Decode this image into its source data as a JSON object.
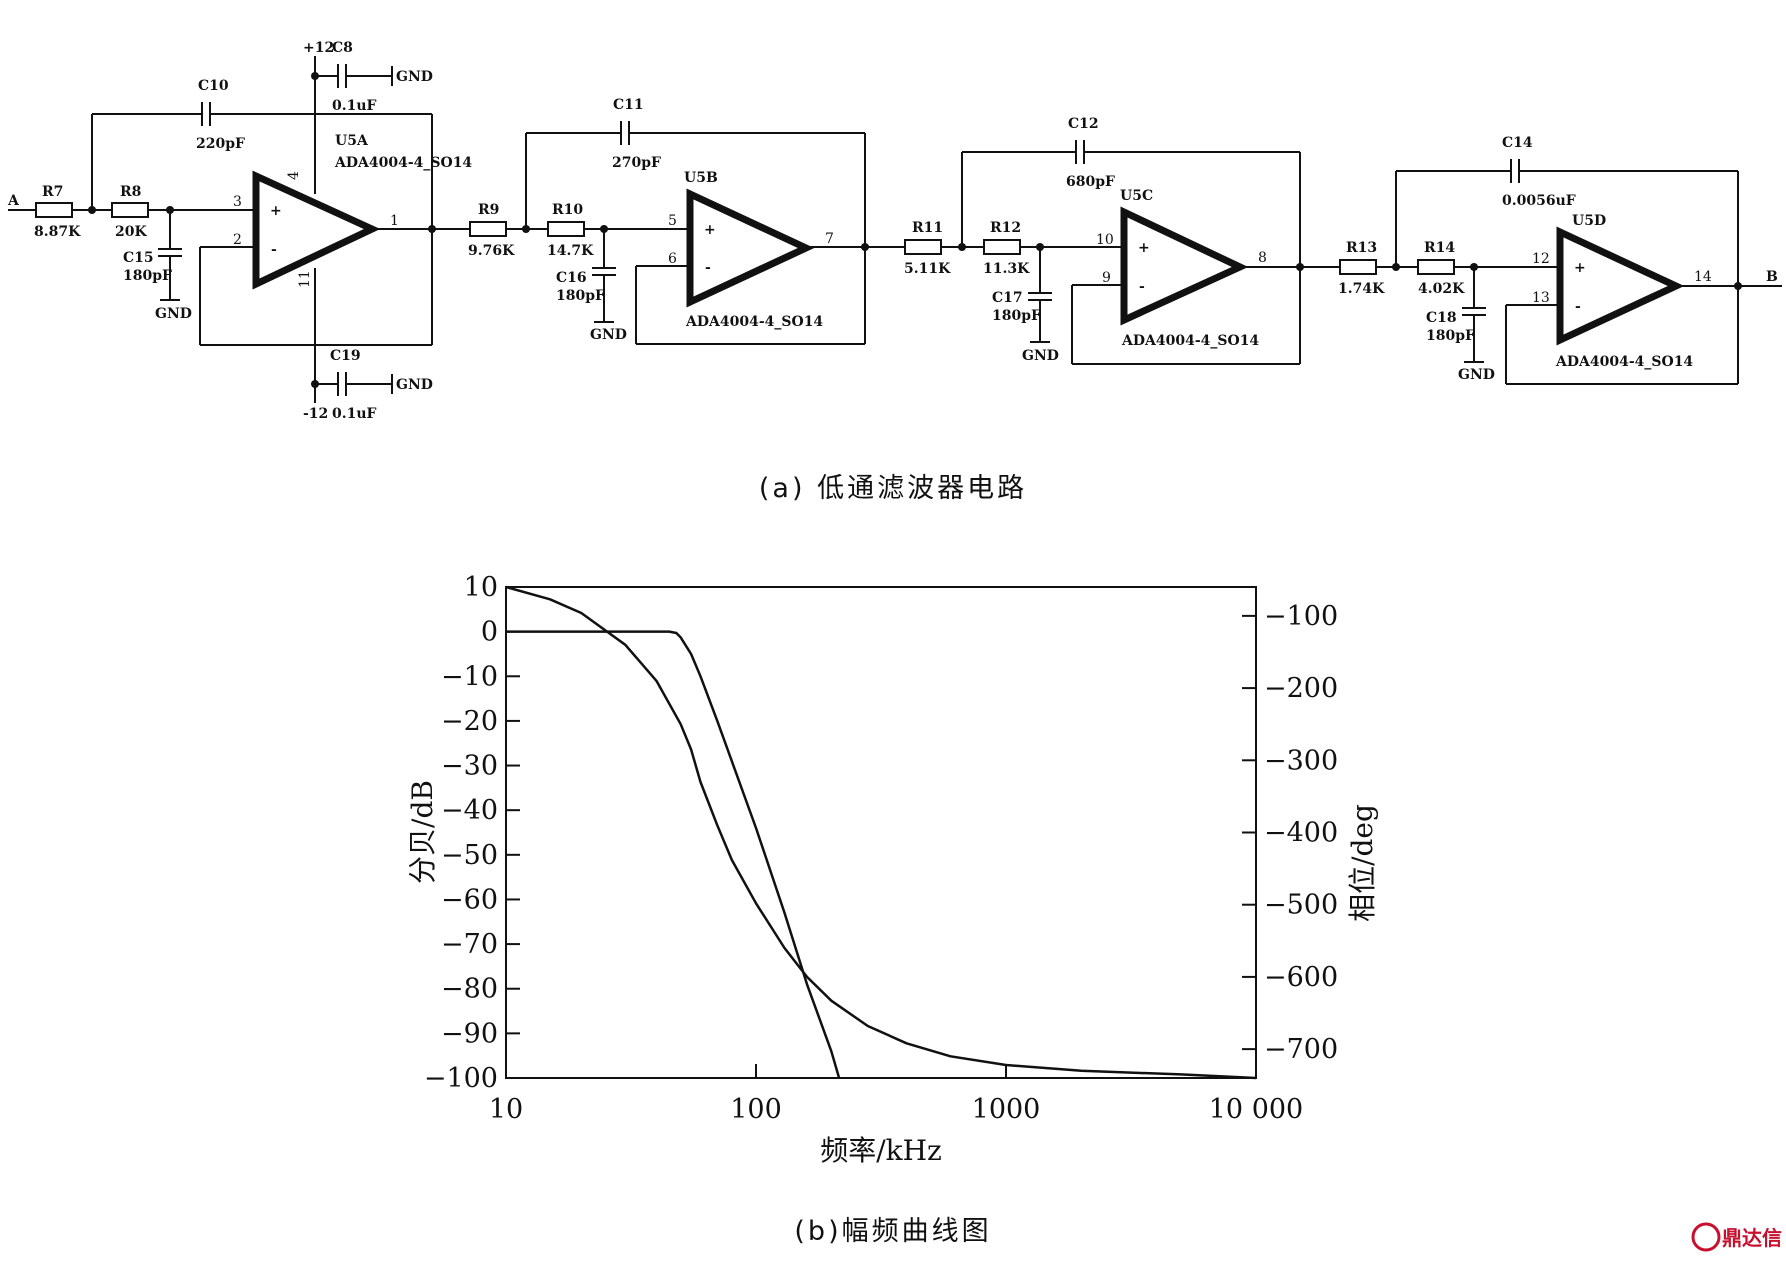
{
  "caption_a": "(a) 低通滤波器电路",
  "caption_b": "(b)幅频曲线图",
  "watermark": "鼎达信",
  "circuit": {
    "terminals": {
      "in": "A",
      "out": "B"
    },
    "stages": [
      {
        "u": "U5A",
        "part": "ADA4004-4_SO14",
        "pins": {
          "plus": "3",
          "minus": "2",
          "out": "1",
          "vpos": "4",
          "vneg": "11"
        },
        "r1": {
          "name": "R7",
          "value": "8.87K"
        },
        "r2": {
          "name": "R8",
          "value": "20K"
        },
        "cf": {
          "name": "C10",
          "value": "220pF"
        },
        "cg": {
          "name": "C15",
          "value": "180pF"
        },
        "gnd": "GND"
      },
      {
        "u": "U5B",
        "part": "ADA4004-4_SO14",
        "pins": {
          "plus": "5",
          "minus": "6",
          "out": "7"
        },
        "r1": {
          "name": "R9",
          "value": "9.76K"
        },
        "r2": {
          "name": "R10",
          "value": "14.7K"
        },
        "cf": {
          "name": "C11",
          "value": "270pF"
        },
        "cg": {
          "name": "C16",
          "value": "180pF"
        },
        "gnd": "GND"
      },
      {
        "u": "U5C",
        "part": "ADA4004-4_SO14",
        "pins": {
          "plus": "10",
          "minus": "9",
          "out": "8"
        },
        "r1": {
          "name": "R11",
          "value": "5.11K"
        },
        "r2": {
          "name": "R12",
          "value": "11.3K"
        },
        "cf": {
          "name": "C12",
          "value": "680pF"
        },
        "cg": {
          "name": "C17",
          "value": "180pF"
        },
        "gnd": "GND"
      },
      {
        "u": "U5D",
        "part": "ADA4004-4_SO14",
        "pins": {
          "plus": "12",
          "minus": "13",
          "out": "14"
        },
        "r1": {
          "name": "R13",
          "value": "1.74K"
        },
        "r2": {
          "name": "R14",
          "value": "4.02K"
        },
        "cf": {
          "name": "C14",
          "value": "0.0056uF"
        },
        "cg": {
          "name": "C18",
          "value": "180pF"
        },
        "gnd": "GND"
      }
    ],
    "supply": {
      "pos": {
        "rail": "+12",
        "cap": "C8",
        "value": "0.1uF",
        "gnd": "GND"
      },
      "neg": {
        "rail": "-12",
        "cap": "C19",
        "value": "0.1uF",
        "gnd": "GND"
      }
    }
  },
  "chart_data": {
    "type": "line",
    "title": "",
    "xlabel": "频率/kHz",
    "ylabel": "分贝/dB",
    "y2label": "相位/deg",
    "xscale": "log",
    "xlim": [
      10,
      10000
    ],
    "ylim": [
      -100,
      10
    ],
    "y2lim": [
      -740,
      -60
    ],
    "xticks": [
      10,
      100,
      1000,
      10000
    ],
    "xtick_labels": [
      "10",
      "100",
      "1000",
      "10 000"
    ],
    "yticks": [
      10,
      0,
      -10,
      -20,
      -30,
      -40,
      -50,
      -60,
      -70,
      -80,
      -90,
      -100
    ],
    "ytick_labels": [
      "10",
      "0",
      "−10",
      "−20",
      "−30",
      "−40",
      "−50",
      "−60",
      "−70",
      "−80",
      "−90",
      "−100"
    ],
    "y2ticks": [
      -100,
      -200,
      -300,
      -400,
      -500,
      -600,
      -700
    ],
    "y2tick_labels": [
      "−100",
      "−200",
      "−300",
      "−400",
      "−500",
      "−600",
      "−700"
    ],
    "grid": false,
    "series": [
      {
        "axis": "left",
        "x": [
          10,
          20,
          30,
          40,
          45,
          48,
          50,
          55,
          60,
          70,
          80,
          100,
          130,
          160,
          200,
          215
        ],
        "y": [
          0,
          0,
          0,
          0,
          0,
          -0.3,
          -1.3,
          -5,
          -10,
          -20,
          -29,
          -44,
          -63,
          -79,
          -94,
          -100
        ]
      },
      {
        "axis": "right",
        "x": [
          10,
          15,
          20,
          30,
          40,
          50,
          55,
          60,
          70,
          80,
          100,
          130,
          160,
          200,
          280,
          400,
          600,
          1000,
          2000,
          5000,
          10000
        ],
        "y": [
          -60,
          -77,
          -96,
          -140,
          -190,
          -250,
          -285,
          -330,
          -390,
          -438,
          -498,
          -560,
          -600,
          -633,
          -668,
          -692,
          -710,
          -722,
          -730,
          -735,
          -740
        ]
      }
    ]
  }
}
